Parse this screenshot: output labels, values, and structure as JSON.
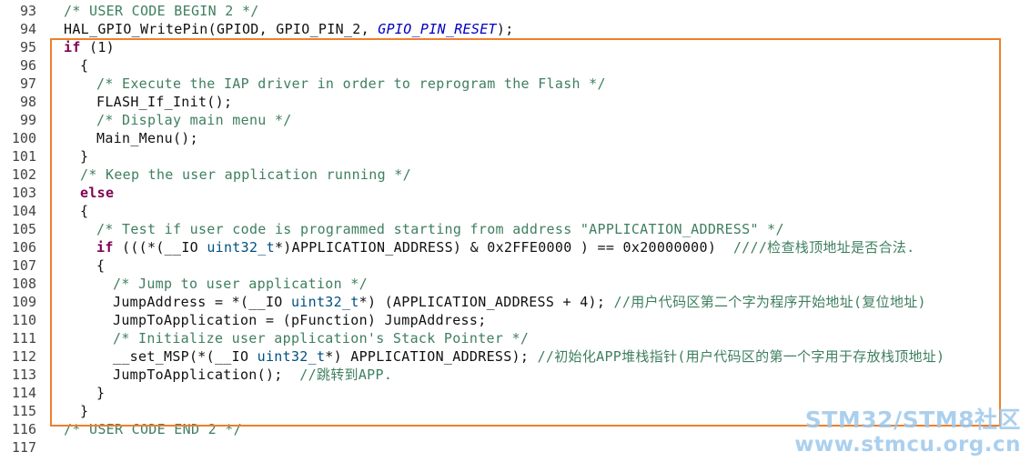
{
  "editor": {
    "lines": [
      {
        "num": "93",
        "indent": 0,
        "tokens": [
          {
            "t": "/* USER CODE BEGIN 2 */",
            "k": "comment"
          }
        ]
      },
      {
        "num": "94",
        "indent": 0,
        "tokens": [
          {
            "t": "HAL_GPIO_WritePin(GPIOD, GPIO_PIN_2, ",
            "k": "plain"
          },
          {
            "t": "GPIO_PIN_RESET",
            "k": "macro"
          },
          {
            "t": ");",
            "k": "plain"
          }
        ]
      },
      {
        "num": "95",
        "indent": 0,
        "tokens": [
          {
            "t": "if",
            "k": "keyword"
          },
          {
            "t": " (1)",
            "k": "plain"
          }
        ]
      },
      {
        "num": "96",
        "indent": 1,
        "tokens": [
          {
            "t": "{",
            "k": "plain"
          }
        ]
      },
      {
        "num": "97",
        "indent": 2,
        "tokens": [
          {
            "t": "/* Execute the IAP driver in order to reprogram the Flash */",
            "k": "comment"
          }
        ]
      },
      {
        "num": "98",
        "indent": 2,
        "tokens": [
          {
            "t": "FLASH_If_Init();",
            "k": "plain"
          }
        ]
      },
      {
        "num": "99",
        "indent": 2,
        "tokens": [
          {
            "t": "/* Display main menu */",
            "k": "comment"
          }
        ]
      },
      {
        "num": "100",
        "indent": 2,
        "tokens": [
          {
            "t": "Main_Menu();",
            "k": "plain"
          }
        ]
      },
      {
        "num": "101",
        "indent": 1,
        "tokens": [
          {
            "t": "}",
            "k": "plain"
          }
        ]
      },
      {
        "num": "102",
        "indent": 1,
        "tokens": [
          {
            "t": "/* Keep the user application running */",
            "k": "comment"
          }
        ]
      },
      {
        "num": "103",
        "indent": 1,
        "tokens": [
          {
            "t": "else",
            "k": "keyword"
          }
        ]
      },
      {
        "num": "104",
        "indent": 1,
        "tokens": [
          {
            "t": "{",
            "k": "plain"
          }
        ]
      },
      {
        "num": "105",
        "indent": 2,
        "tokens": [
          {
            "t": "/* Test if user code is programmed starting from address \"APPLICATION_ADDRESS\" */",
            "k": "comment"
          }
        ]
      },
      {
        "num": "106",
        "indent": 2,
        "tokens": [
          {
            "t": "if",
            "k": "keyword"
          },
          {
            "t": " (((*(__IO ",
            "k": "plain"
          },
          {
            "t": "uint32_t",
            "k": "type"
          },
          {
            "t": "*)APPLICATION_ADDRESS) & 0x2FFE0000 ) == 0x20000000)  ",
            "k": "plain"
          },
          {
            "t": "////检查栈顶地址是否合法.",
            "k": "comment"
          }
        ]
      },
      {
        "num": "107",
        "indent": 2,
        "tokens": [
          {
            "t": "{",
            "k": "plain"
          }
        ]
      },
      {
        "num": "108",
        "indent": 3,
        "tokens": [
          {
            "t": "/* Jump to user application */",
            "k": "comment"
          }
        ]
      },
      {
        "num": "109",
        "indent": 3,
        "tokens": [
          {
            "t": "JumpAddress = *(__IO ",
            "k": "plain"
          },
          {
            "t": "uint32_t",
            "k": "type"
          },
          {
            "t": "*) (APPLICATION_ADDRESS + 4); ",
            "k": "plain"
          },
          {
            "t": "//用户代码区第二个字为程序开始地址(复位地址)",
            "k": "comment"
          }
        ]
      },
      {
        "num": "110",
        "indent": 3,
        "tokens": [
          {
            "t": "JumpToApplication = (pFunction) JumpAddress;",
            "k": "plain"
          }
        ]
      },
      {
        "num": "111",
        "indent": 3,
        "tokens": [
          {
            "t": "/* Initialize user application's Stack Pointer */",
            "k": "comment"
          }
        ]
      },
      {
        "num": "112",
        "indent": 3,
        "tokens": [
          {
            "t": "__set_MSP(*(__IO ",
            "k": "plain"
          },
          {
            "t": "uint32_t",
            "k": "type"
          },
          {
            "t": "*) APPLICATION_ADDRESS); ",
            "k": "plain"
          },
          {
            "t": "//初始化APP堆栈指针(用户代码区的第一个字用于存放栈顶地址)",
            "k": "comment"
          }
        ]
      },
      {
        "num": "113",
        "indent": 3,
        "tokens": [
          {
            "t": "JumpToApplication();  ",
            "k": "plain"
          },
          {
            "t": "//跳转到APP.",
            "k": "comment"
          }
        ]
      },
      {
        "num": "114",
        "indent": 2,
        "tokens": [
          {
            "t": "}",
            "k": "plain"
          }
        ]
      },
      {
        "num": "115",
        "indent": 1,
        "tokens": [
          {
            "t": "}",
            "k": "plain"
          }
        ]
      },
      {
        "num": "116",
        "indent": 0,
        "tokens": [
          {
            "t": "/* USER CODE END 2 */",
            "k": "comment"
          }
        ]
      },
      {
        "num": "117",
        "indent": 0,
        "tokens": []
      }
    ]
  },
  "watermark": {
    "line1": "STM32/STM8社区",
    "line2": "www.stmcu.org.cn"
  },
  "colors": {
    "highlight_border": "#ef7f2b",
    "comment": "#3f7f5f",
    "keyword": "#7f0055",
    "macro": "#0000c0",
    "watermark": "#9dc8ec"
  }
}
